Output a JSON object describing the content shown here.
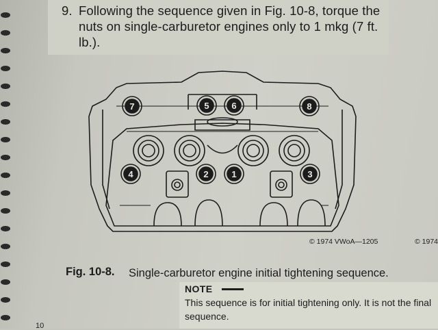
{
  "step": {
    "number": "9.",
    "text": "Following the sequence given in Fig. 10-8, torque the nuts on single-carburetor engines only to 1 mkg (7 ft. lb.)."
  },
  "diagram": {
    "nut_labels": [
      "7",
      "5",
      "6",
      "8",
      "4",
      "2",
      "1",
      "3"
    ],
    "credit": "© 1974 VWoA—1205",
    "credit_cut": "© 1974"
  },
  "caption": {
    "label": "Fig. 10-8.",
    "text": "Single-carburetor engine initial tightening sequence."
  },
  "note": {
    "title": "NOTE",
    "text": "This sequence is for initial tightening only. It is not the final sequence."
  },
  "footer": {
    "mark": "10"
  },
  "colors": {
    "paper": "#cfd0c8",
    "ink": "#1c1c1c",
    "highlight": "#d8dad0"
  }
}
